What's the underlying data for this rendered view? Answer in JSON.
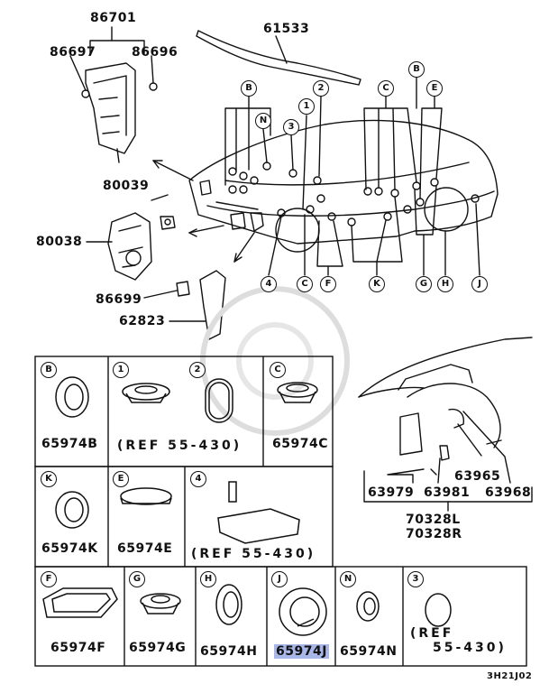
{
  "diagram": {
    "top_parts": {
      "p86701": "86701",
      "p86697": "86697",
      "p86696": "86696",
      "p61533": "61533",
      "p80039": "80039",
      "p80038": "80038",
      "p86699": "86699",
      "p62823": "62823"
    },
    "callouts_top": [
      "B",
      "N",
      "3",
      "1",
      "2",
      "C",
      "B",
      "E"
    ],
    "callouts_bottom": [
      "4",
      "C",
      "F",
      "K",
      "G",
      "H",
      "J"
    ],
    "grid": {
      "cells": [
        {
          "key": "B",
          "part": "65974B"
        },
        {
          "key": "1",
          "part": ""
        },
        {
          "key": "2",
          "part": ""
        },
        {
          "key": "C",
          "part": "65974C"
        },
        {
          "key": "K",
          "part": "65974K"
        },
        {
          "key": "E",
          "part": "65974E"
        },
        {
          "key": "4",
          "part": ""
        },
        {
          "key": "F",
          "part": "65974F"
        },
        {
          "key": "G",
          "part": "65974G"
        },
        {
          "key": "H",
          "part": "65974H"
        },
        {
          "key": "J",
          "part": "65974J"
        },
        {
          "key": "N",
          "part": "65974N"
        },
        {
          "key": "3",
          "part": ""
        }
      ],
      "ref_a": "(REF 55-430)",
      "ref_b": "(REF 55-430)",
      "ref_c1": "(REF",
      "ref_c2": "55-430)",
      "highlighted_part": "65974J"
    },
    "fender": {
      "p63979": "63979",
      "p63981": "63981",
      "p63965": "63965",
      "p63968": "63968",
      "p70328L": "70328L",
      "p70328R": "70328R"
    },
    "code": "3H21J02"
  },
  "colors": {
    "highlight": "#a8b7e8",
    "ink": "#111111"
  }
}
